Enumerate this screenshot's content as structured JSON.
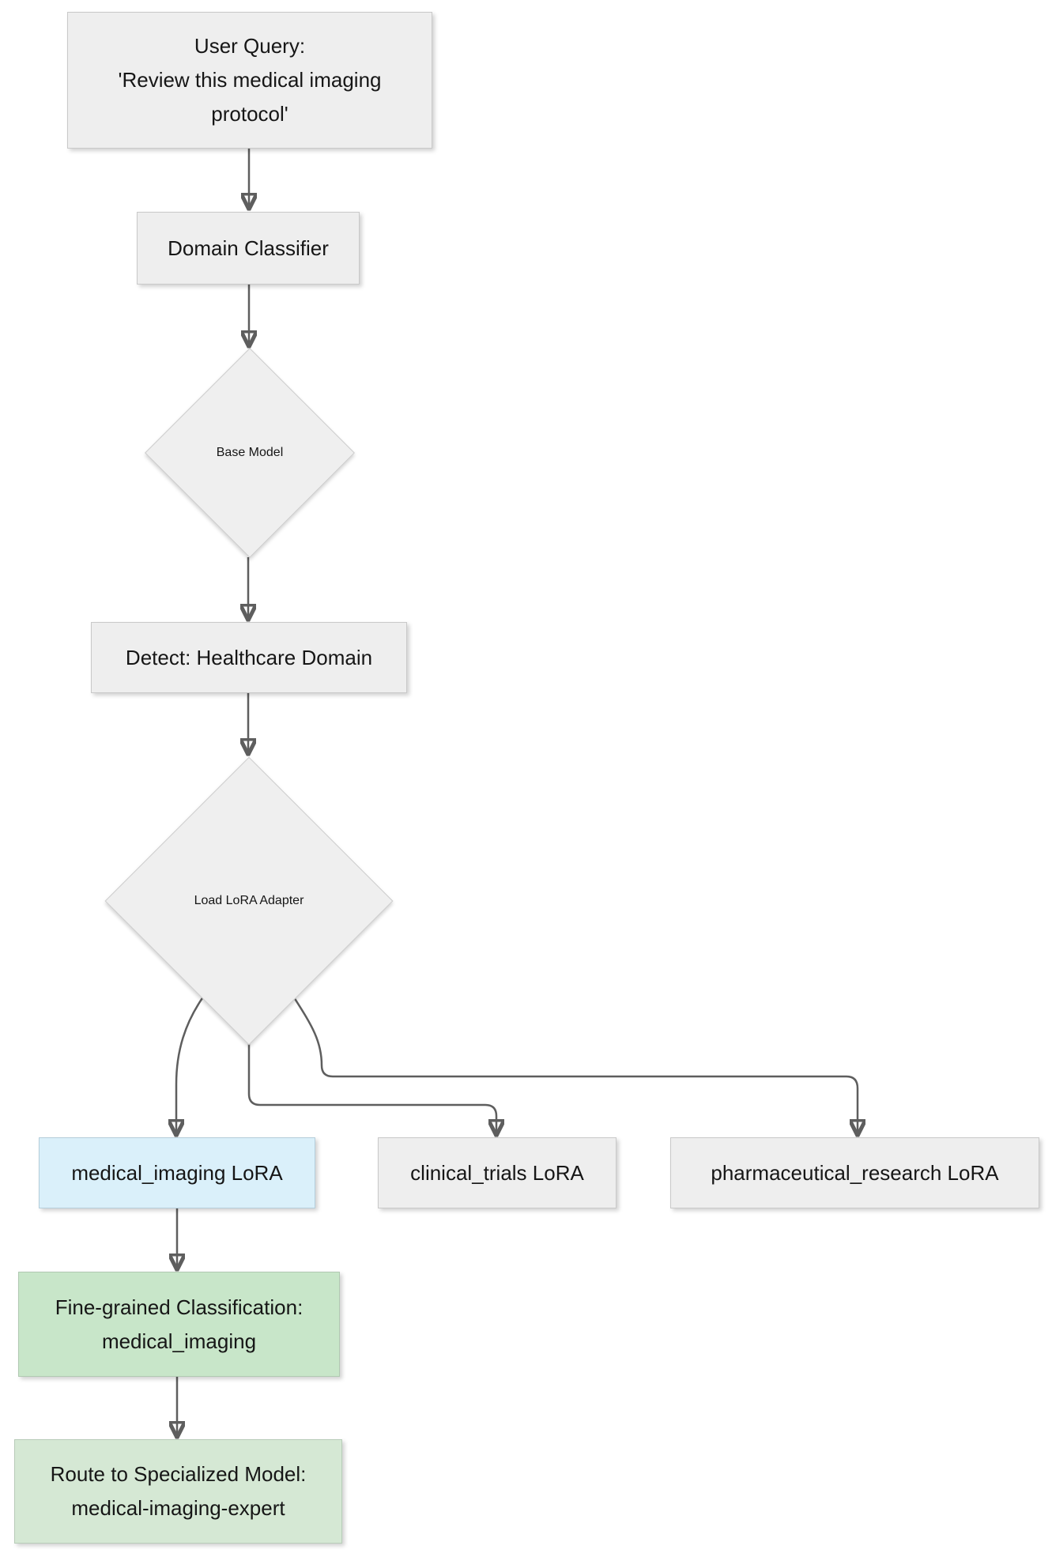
{
  "diagram": {
    "type": "flowchart",
    "direction": "top-down",
    "background": "#ffffff"
  },
  "nodes": {
    "user_query": {
      "shape": "rect",
      "fill": "#eeeeee",
      "lines": [
        "User Query:",
        "'Review this medical imaging",
        "protocol'"
      ]
    },
    "domain_classifier": {
      "shape": "rect",
      "fill": "#eeeeee",
      "label": "Domain Classifier"
    },
    "base_model": {
      "shape": "diamond",
      "fill": "#efefef",
      "label": "Base Model"
    },
    "detect_healthcare": {
      "shape": "rect",
      "fill": "#eeeeee",
      "label": "Detect: Healthcare Domain"
    },
    "load_lora_adapter": {
      "shape": "diamond",
      "fill": "#efefef",
      "label": "Load LoRA Adapter"
    },
    "medical_imaging_lora": {
      "shape": "rect",
      "fill": "#daf0fa",
      "label": "medical_imaging LoRA"
    },
    "clinical_trials_lora": {
      "shape": "rect",
      "fill": "#eeeeee",
      "label": "clinical_trials LoRA"
    },
    "pharmaceutical_research_lora": {
      "shape": "rect",
      "fill": "#eeeeee",
      "label": "pharmaceutical_research LoRA"
    },
    "fine_grained_classification": {
      "shape": "rect",
      "fill": "#c8e6c9",
      "lines": [
        "Fine-grained Classification:",
        "medical_imaging"
      ]
    },
    "route_to_specialized": {
      "shape": "rect",
      "fill": "#d5e8d4",
      "lines": [
        "Route to Specialized Model:",
        "medical-imaging-expert"
      ]
    }
  },
  "edges": [
    {
      "from": "user_query",
      "to": "domain_classifier"
    },
    {
      "from": "domain_classifier",
      "to": "base_model"
    },
    {
      "from": "base_model",
      "to": "detect_healthcare"
    },
    {
      "from": "detect_healthcare",
      "to": "load_lora_adapter"
    },
    {
      "from": "load_lora_adapter",
      "to": "medical_imaging_lora"
    },
    {
      "from": "load_lora_adapter",
      "to": "clinical_trials_lora"
    },
    {
      "from": "load_lora_adapter",
      "to": "pharmaceutical_research_lora"
    },
    {
      "from": "medical_imaging_lora",
      "to": "fine_grained_classification"
    },
    {
      "from": "fine_grained_classification",
      "to": "route_to_specialized"
    }
  ],
  "colors": {
    "node_fill": "#eeeeee",
    "node_border": "#c9c9c9",
    "highlight_fill": "#daf0fa",
    "highlight_border": "#b5cedb",
    "classification_fill": "#c8e6c9",
    "classification_border": "#b1c9b2",
    "route_fill": "#d5e8d4",
    "route_border": "#b8ccb9",
    "edge_stroke": "#5e5e5e",
    "arrowhead": "#5a5a5a",
    "text": "#161616"
  }
}
